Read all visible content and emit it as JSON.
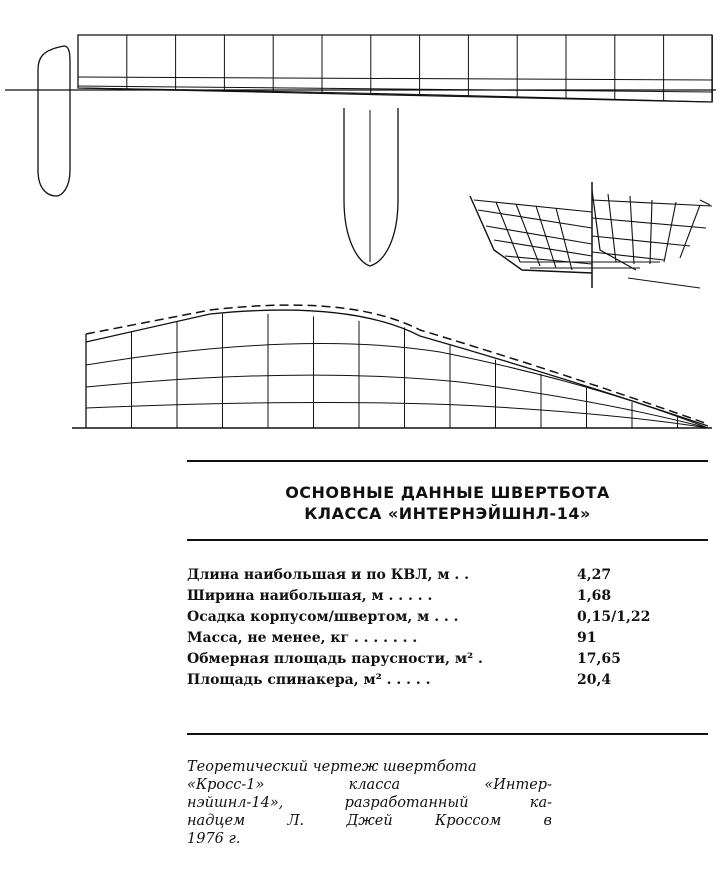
{
  "table": {
    "title_line1": "ОСНОВНЫЕ ДАННЫЕ ШВЕРТБОТА",
    "title_line2": "КЛАССА «ИНТЕРНЭЙШНЛ-14»",
    "rows": [
      {
        "label": "Длина наибольшая и по КВЛ, м . .",
        "value": "4,27"
      },
      {
        "label": "Ширина наибольшая, м . . . . .",
        "value": "1,68"
      },
      {
        "label": "Осадка корпусом/швертом, м . . .",
        "value": "0,15/1,22"
      },
      {
        "label": "Масса, не менее, кг . . . . . . .",
        "value": "91"
      },
      {
        "label": "Обмерная площадь парусности, м² .",
        "value": "17,65"
      },
      {
        "label": "Площадь спинакера, м² . . . . .",
        "value": "20,4"
      }
    ]
  },
  "caption": {
    "line1": "Теоретический чертеж швертбота",
    "line2": "«Кросс-1» класса «Интер-",
    "line3": "нэйшнл-14», разработанный ка-",
    "line4": "надцем Л. Джей Кроссом в",
    "line5": "1976 г."
  }
}
